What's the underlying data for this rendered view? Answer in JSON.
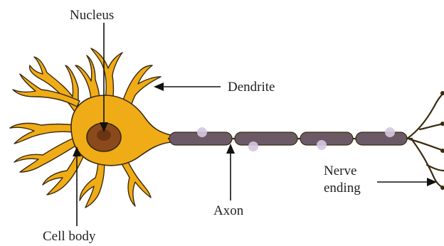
{
  "labels": {
    "nucleus": "Nucleus",
    "dendrite": "Dendrite",
    "axon": "Axon",
    "nerve_ending_line1": "Nerve",
    "nerve_ending_line2": "ending",
    "cell_body": "Cell body"
  },
  "colors": {
    "cell_body": "#f0ac16",
    "cell_outline": "#3a2a10",
    "nucleus": "#8b4a1c",
    "axon_segment": "#6b5a66",
    "axon_node": "#d6c8e0",
    "background": "#ffffff"
  }
}
